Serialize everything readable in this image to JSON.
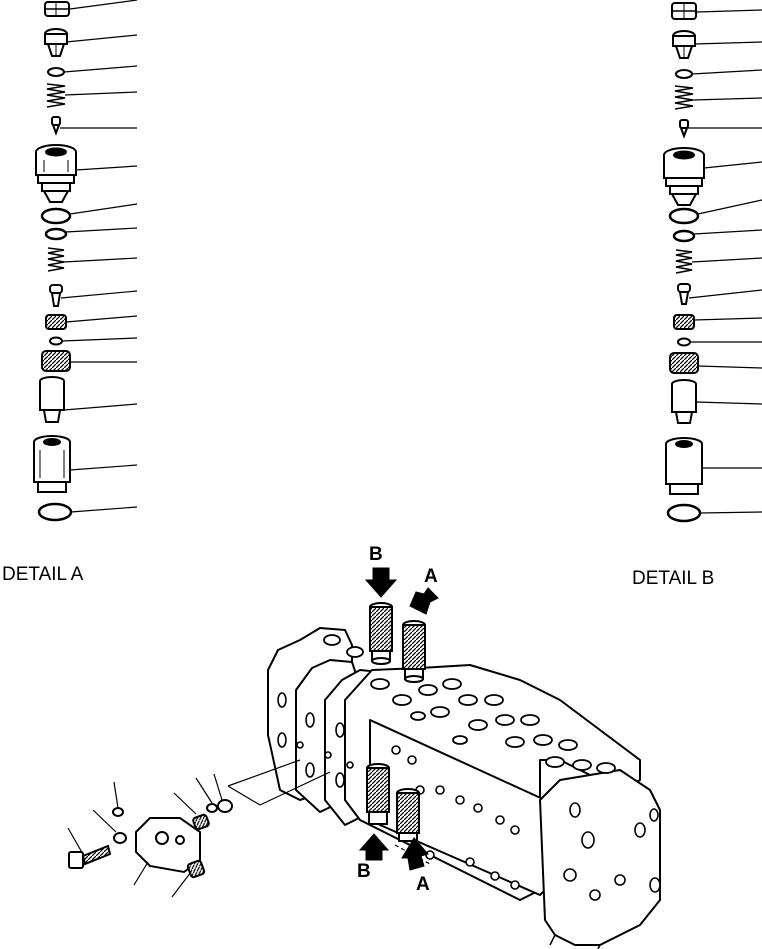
{
  "labels": {
    "detail_a": "DETAIL A",
    "detail_b": "DETAIL B",
    "callout_b_top": "B",
    "callout_a_top": "A",
    "callout_b_bottom": "B",
    "callout_a_bottom": "A"
  },
  "colors": {
    "ink": "#000000",
    "paper": "#ffffff"
  }
}
